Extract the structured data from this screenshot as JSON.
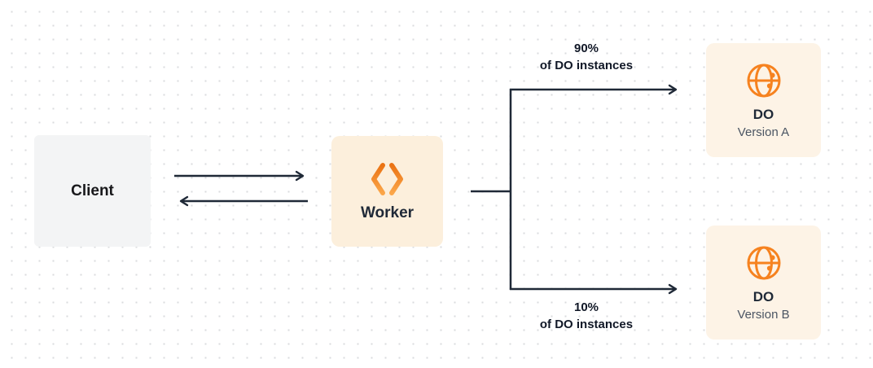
{
  "nodes": {
    "client": {
      "label": "Client",
      "bg": "#f3f4f5"
    },
    "worker": {
      "label": "Worker",
      "bg": "#fcefdc",
      "icon": "workers-logo-icon"
    },
    "do_version_a": {
      "title": "DO",
      "subtitle": "Version A",
      "bg": "#fdf3e6",
      "icon": "globe-icon"
    },
    "do_version_b": {
      "title": "DO",
      "subtitle": "Version B",
      "bg": "#fdf3e6",
      "icon": "globe-icon"
    }
  },
  "edges": {
    "client_worker": {
      "style": "two-opposing-horizontal-arrows"
    },
    "split_top": {
      "percent": "90%",
      "caption": "of DO instances"
    },
    "split_bottom": {
      "percent": "10%",
      "caption": "of DO instances"
    }
  },
  "colors": {
    "connector": "#1f2937",
    "accent_orange": "#f6821f",
    "dot_grid": "#dadbde"
  }
}
